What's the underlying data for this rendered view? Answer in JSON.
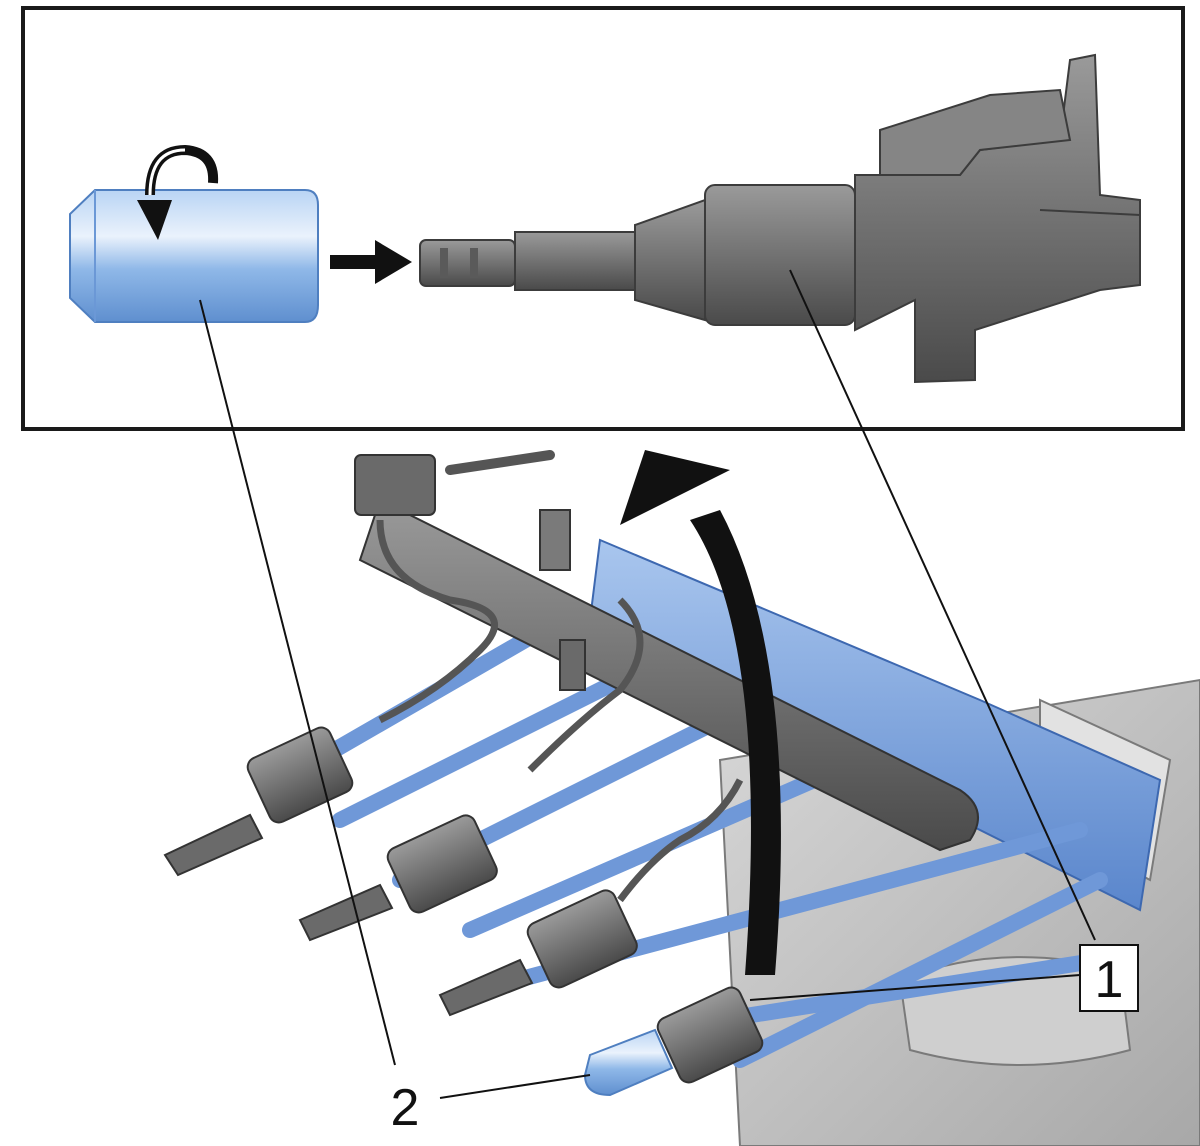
{
  "callouts": [
    {
      "id": "1",
      "label": "1"
    },
    {
      "id": "2",
      "label": "2"
    }
  ],
  "colors": {
    "cap_blue": "#8fb8e8",
    "tool_blue": "#7aa2dc",
    "part_gray": "#6e6e6e",
    "part_dark": "#3c3c3c",
    "engine_gray": "#bdbdbd",
    "frame": "#1a1a1a",
    "arrow": "#111111"
  },
  "icons": [
    "rotate-arrow-icon",
    "insert-arrow-icon",
    "lift-arrow-icon"
  ]
}
